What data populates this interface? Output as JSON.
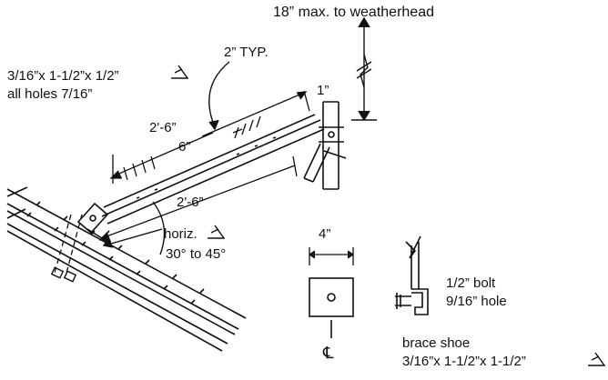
{
  "labels": {
    "weatherhead": "18” max. to weatherhead",
    "angle_size": "3/16”x 1-1/2”x 1/2”",
    "all_holes": "all holes 7/16”",
    "typ": "2” TYP.",
    "one_inch": "1”",
    "dim_upper": "2'-6”",
    "six_inch": "6”",
    "dim_lower": "2'-6”",
    "horiz": "horiz.",
    "angle_range": "30° to 45°",
    "four_inch": "4”",
    "bolt": "1/2” bolt",
    "hole": "9/16” hole",
    "brace_shoe": "brace shoe",
    "shoe_size": "3/16”x 1-1/2”x 1-1/2”",
    "centerline": "℄"
  },
  "icons": {
    "angle_symbol_1": "angle-symbol",
    "angle_symbol_2": "angle-symbol",
    "angle_symbol_3": "angle-symbol"
  }
}
